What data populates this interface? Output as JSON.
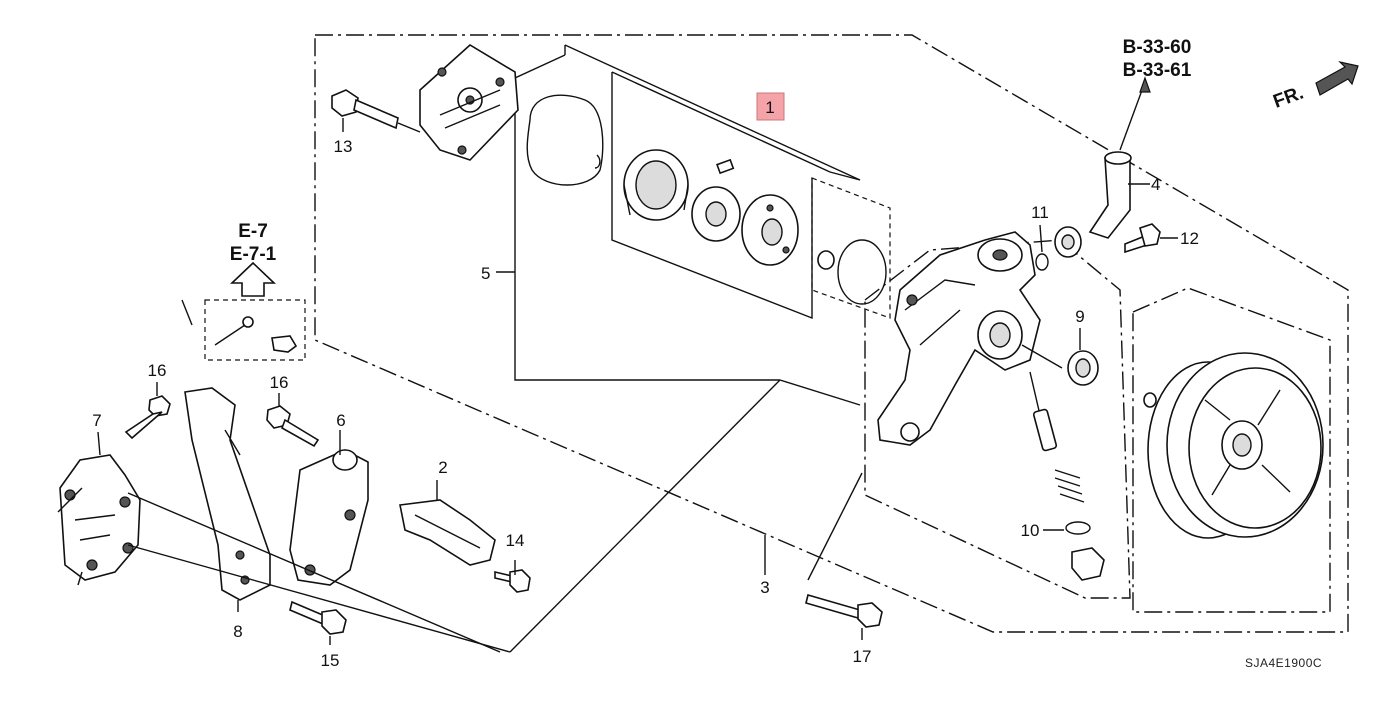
{
  "diagram": {
    "code": "SJA4E1900C",
    "front_arrow_label": "FR.",
    "references": {
      "top_right": [
        "B-33-60",
        "B-33-61"
      ],
      "left": [
        "E-7",
        "E-7-1"
      ]
    },
    "callouts": {
      "c1": "1",
      "c2": "2",
      "c3": "3",
      "c4": "4",
      "c5": "5",
      "c6": "6",
      "c7": "7",
      "c8": "8",
      "c9": "9",
      "c10": "10",
      "c11": "11",
      "c12": "12",
      "c13": "13",
      "c14": "14",
      "c15": "15",
      "c16a": "16",
      "c16b": "16",
      "c17": "17"
    },
    "colors": {
      "highlight": "#f4a3a9",
      "line": "#111111"
    }
  }
}
